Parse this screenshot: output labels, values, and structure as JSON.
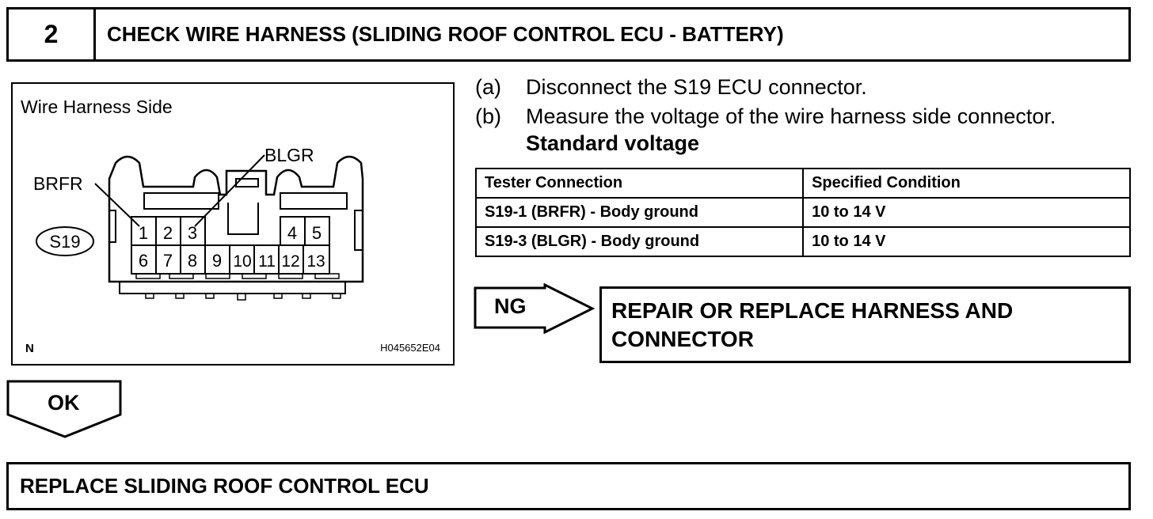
{
  "header": {
    "step_number": "2",
    "title": "CHECK WIRE HARNESS (SLIDING ROOF CONTROL ECU - BATTERY)"
  },
  "figure": {
    "title": "Wire Harness Side",
    "connector_label": "S19",
    "callout_brfr": "BRFR",
    "callout_blgr": "BLGR",
    "pins_top": [
      "1",
      "2",
      "3",
      "4",
      "5"
    ],
    "pins_bottom": [
      "6",
      "7",
      "8",
      "9",
      "10",
      "11",
      "12",
      "13"
    ],
    "corner_mark": "N",
    "figure_id": "H045652E04"
  },
  "instructions": [
    {
      "label": "(a)",
      "text": "Disconnect the S19 ECU connector."
    },
    {
      "label": "(b)",
      "text": "Measure the voltage of the wire harness side connector."
    }
  ],
  "standard_heading": "Standard voltage",
  "spec_table": {
    "headers": [
      "Tester Connection",
      "Specified Condition"
    ],
    "rows": [
      [
        "S19-1 (BRFR) - Body ground",
        "10 to 14 V"
      ],
      [
        "S19-3 (BLGR) - Body ground",
        "10 to 14 V"
      ]
    ]
  },
  "ng": {
    "label": "NG",
    "action_line1": "REPAIR OR REPLACE HARNESS AND",
    "action_line2": "CONNECTOR"
  },
  "ok": {
    "label": "OK"
  },
  "final_action": "REPLACE SLIDING ROOF CONTROL ECU"
}
